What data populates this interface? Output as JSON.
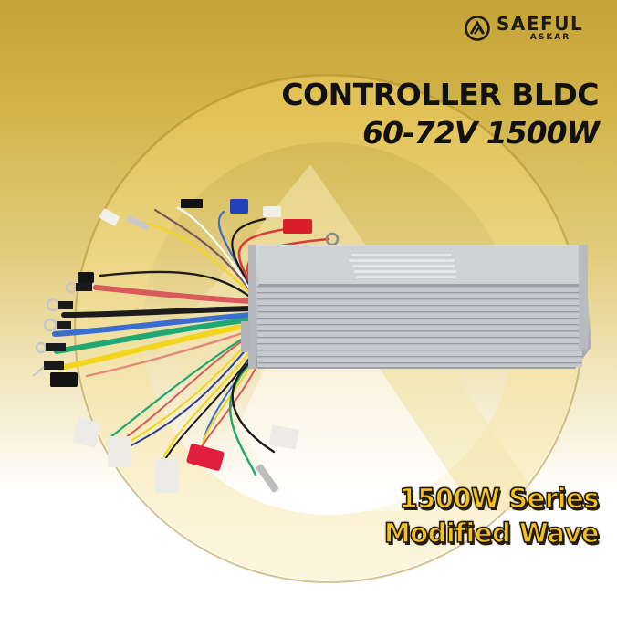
{
  "brand": {
    "name": "SAEFUL",
    "sub": "ASKAR",
    "icon": "mountain-circle-logo-icon"
  },
  "title": {
    "line1": "CONTROLLER BLDC",
    "line2": "60-72V 1500W"
  },
  "tagline": {
    "line1": "1500W Series",
    "line2": "Modified Wave"
  },
  "product": {
    "name": "bldc-controller",
    "wire_colors": [
      "#d93a3a",
      "#1d1d1d",
      "#3b6fd1",
      "#1fa872",
      "#f1d21c",
      "#e2887a",
      "#ffffff",
      "#7a5656"
    ],
    "connector_colors": {
      "blue": "#2243b8",
      "red": "#d81f2a",
      "white": "#f1efea",
      "black": "#141414"
    }
  },
  "colors": {
    "background_top": "#c4a236",
    "background_bottom": "#ffffff",
    "tagline_fill": "#f6c21a",
    "text_dark": "#111111"
  }
}
